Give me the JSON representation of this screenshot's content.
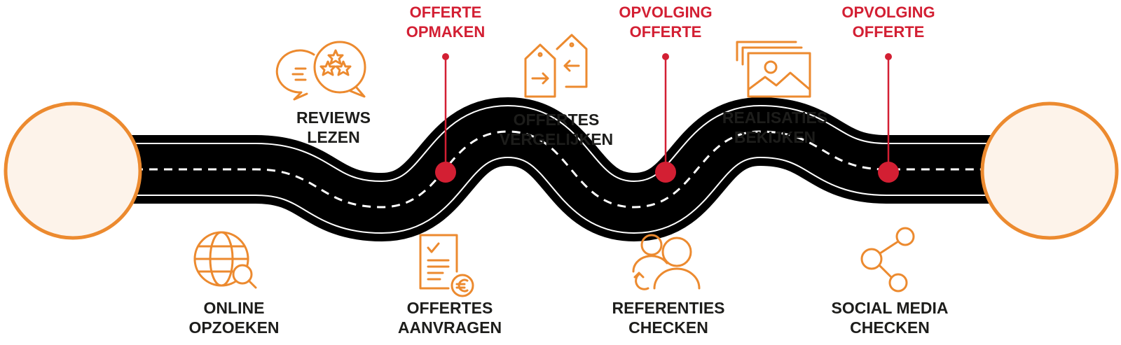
{
  "colors": {
    "accent": "#ec8a2f",
    "milestone": "#d31f33",
    "road": "#000000",
    "text": "#1d1d1b",
    "endpoint_fill": "#fdf3ea"
  },
  "steps_top": [
    {
      "icon": "reviews-icon",
      "line1": "REVIEWS",
      "line2": "LEZEN"
    },
    {
      "icon": "price-tags-compare-icon",
      "line1": "OFFERTES",
      "line2": "VERGELIJKEN"
    },
    {
      "icon": "photo-gallery-icon",
      "line1": "REALISATIES",
      "line2": "BEKIJKEN"
    }
  ],
  "steps_bottom": [
    {
      "icon": "globe-search-icon",
      "line1": "ONLINE",
      "line2": "OPZOEKEN"
    },
    {
      "icon": "quote-document-euro-icon",
      "line1": "OFFERTES",
      "line2": "AANVRAGEN"
    },
    {
      "icon": "references-people-icon",
      "line1": "REFERENTIES",
      "line2": "CHECKEN"
    },
    {
      "icon": "share-network-icon",
      "line1": "SOCIAL MEDIA",
      "line2": "CHECKEN"
    }
  ],
  "milestones": [
    {
      "line1": "OFFERTE",
      "line2": "OPMAKEN"
    },
    {
      "line1": "OPVOLGING",
      "line2": "OFFERTE"
    },
    {
      "line1": "OPVOLGING",
      "line2": "OFFERTE"
    }
  ]
}
